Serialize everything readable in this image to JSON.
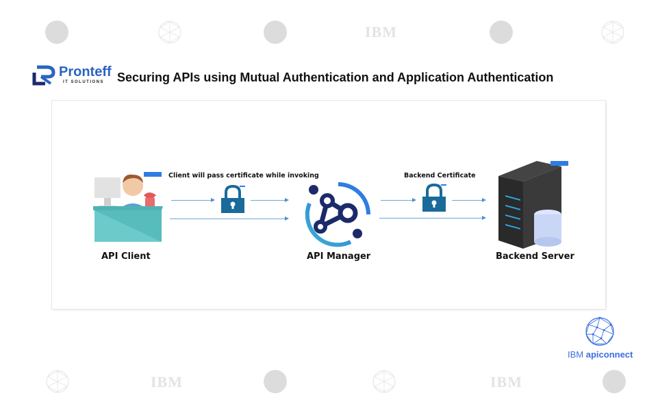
{
  "header": {
    "brand_name": "Pronteff",
    "brand_subtitle": "IT SOLUTIONS",
    "title": "Securing APIs using Mutual Authentication and Application Authentication"
  },
  "watermarks": {
    "ibm_text": "IBM"
  },
  "diagram": {
    "nodes": [
      {
        "id": "client",
        "label": "API Client",
        "icon": "person-at-desk-icon"
      },
      {
        "id": "manager",
        "label": "API Manager",
        "icon": "api-connect-logo-icon"
      },
      {
        "id": "backend",
        "label": "Backend Server",
        "icon": "server-database-icon"
      }
    ],
    "edges": [
      {
        "from": "client",
        "to": "manager",
        "label": "Client will pass certificate while invoking",
        "icon": "padlock-icon"
      },
      {
        "from": "manager",
        "to": "backend",
        "label": "Backend Certificate",
        "icon": "padlock-icon"
      }
    ]
  },
  "footer_logo": {
    "prefix": "IBM ",
    "product": "apiconnect"
  },
  "colors": {
    "brand_blue": "#2b64c0",
    "lock_blue": "#1a6a9a",
    "arrow_blue": "#6fa6d8",
    "manager_navy": "#1b2a6b",
    "apiconnect_blue": "#3a6fe0"
  }
}
